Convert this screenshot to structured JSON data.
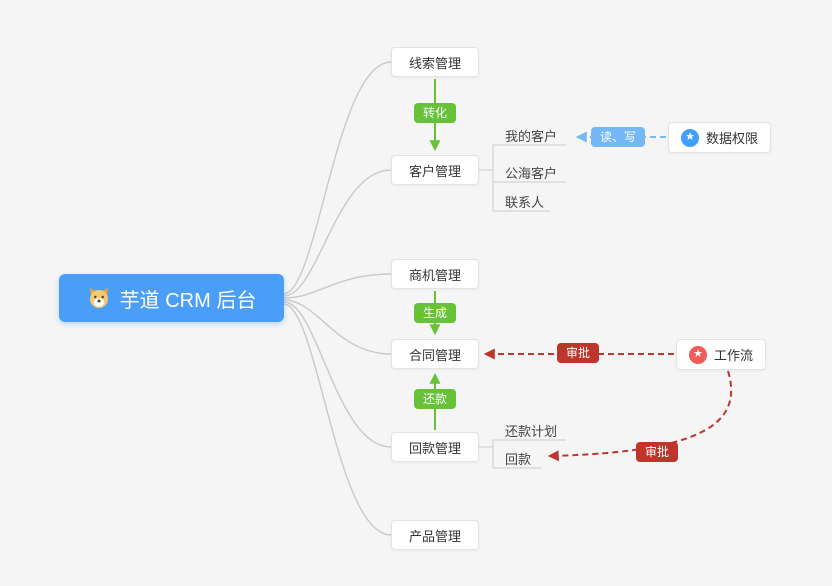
{
  "root": {
    "label": "芋道 CRM 后台"
  },
  "main_nodes": {
    "leads": "线索管理",
    "customers": "客户管理",
    "opportunities": "商机管理",
    "contracts": "合同管理",
    "payments": "回款管理",
    "products": "产品管理"
  },
  "customer_subitems": {
    "mine": "我的客户",
    "pool": "公海客户",
    "contacts": "联系人"
  },
  "payment_subitems": {
    "plan": "还款计划",
    "payment": "回款"
  },
  "edge_labels": {
    "convert": "转化",
    "generate": "生成",
    "repay": "还款",
    "read_write": "读、写",
    "approve_contract": "审批",
    "approve_payment": "审批"
  },
  "side_nodes": {
    "data_permission": "数据权限",
    "workflow": "工作流"
  },
  "icons": {
    "root_logo": "dog-logo-icon",
    "data_permission": "star-icon",
    "workflow": "star-icon"
  },
  "colors": {
    "background": "#f5f5f5",
    "root_blue": "#4b9ef7",
    "green": "#67c23a",
    "light_blue": "#74b9f6",
    "red": "#bf342b",
    "connector_gray": "#c9c9c9"
  }
}
